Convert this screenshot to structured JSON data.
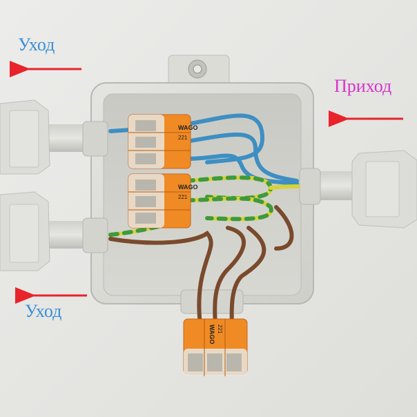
{
  "labels": {
    "outgoing_top": "Уход",
    "incoming": "Приход",
    "outgoing_bottom": "Уход"
  },
  "connector_brand": "WAGO",
  "connector_model": "221",
  "colors": {
    "wall": "#e6e6e3",
    "box": "#d9d9d5",
    "arrow": "#e8232b",
    "outgoing_label": "#3a8fd6",
    "incoming_label": "#d633c9",
    "wire_blue": "#3d8fc2",
    "wire_brown": "#7a4a2c",
    "wire_earth_yellow": "#d6d23a",
    "wire_earth_green": "#3f9a3a",
    "connector_orange": "#f08a24"
  }
}
